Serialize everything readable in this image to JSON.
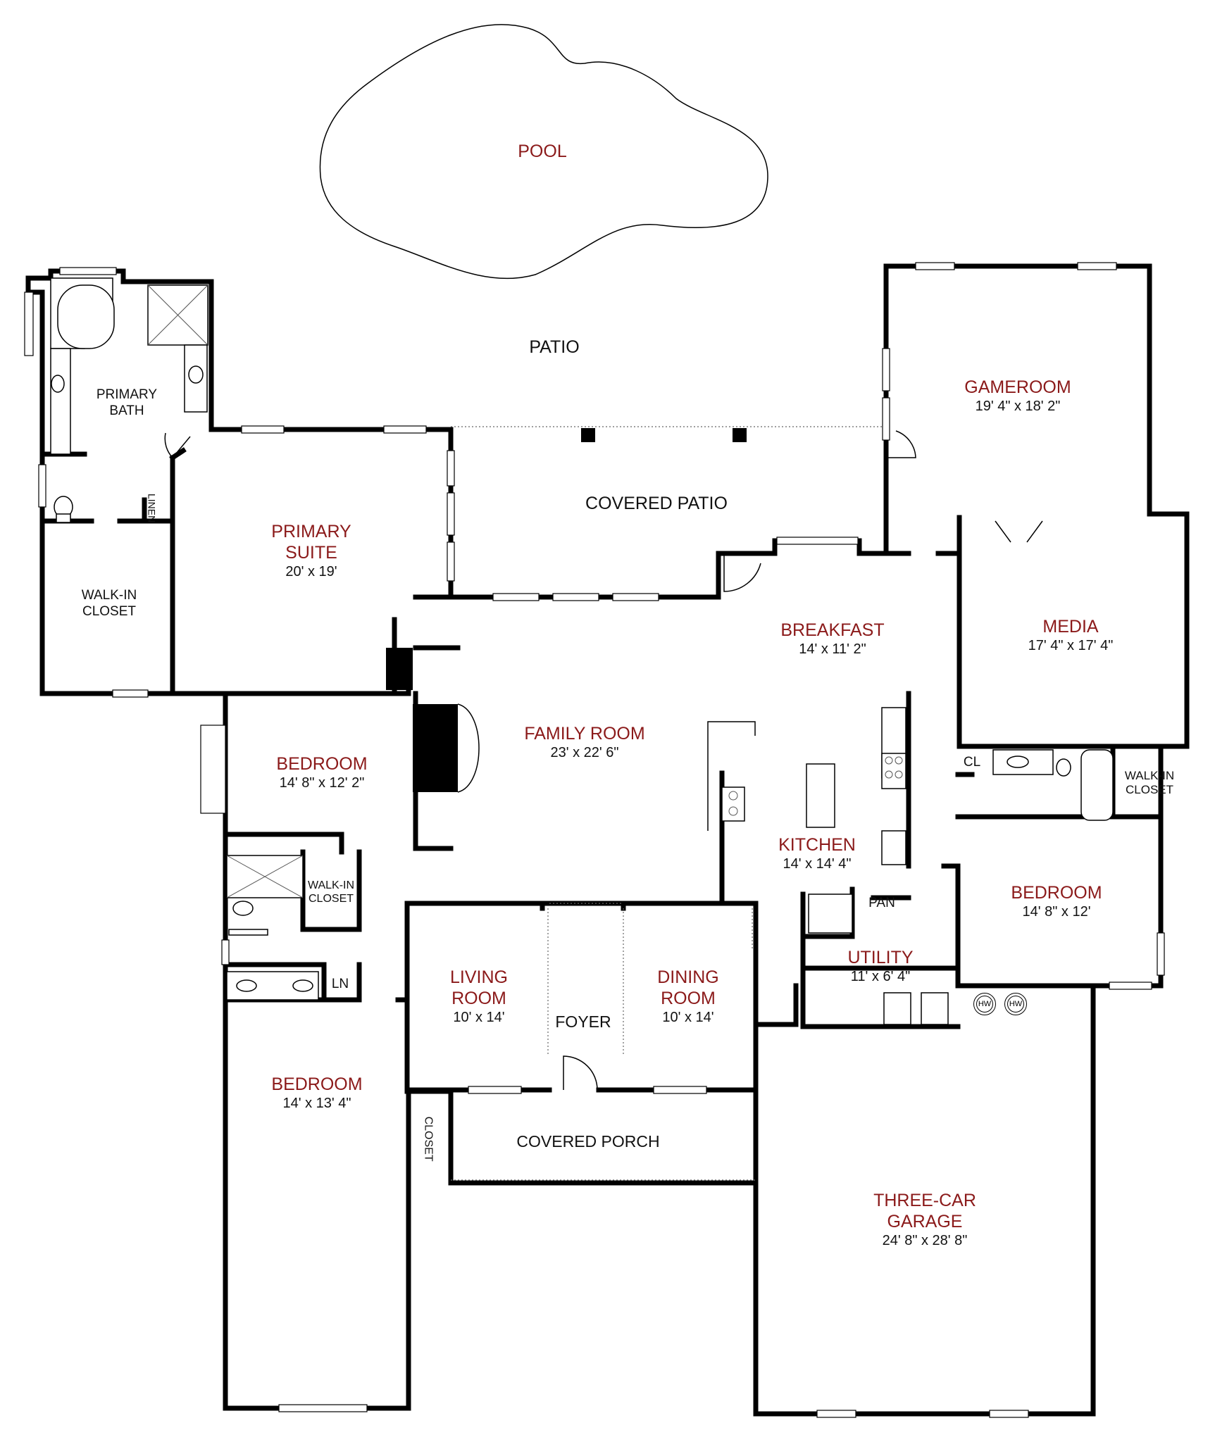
{
  "plan": {
    "pool": {
      "name": "POOL"
    },
    "patio": {
      "name": "PATIO"
    },
    "covered_patio": {
      "name": "COVERED PATIO"
    },
    "gameroom": {
      "name": "GAMEROOM",
      "dim": "19' 4\" x 18' 2\""
    },
    "primary_bath": {
      "name_line1": "PRIMARY",
      "name_line2": "BATH"
    },
    "linen_primary": {
      "name": "LINEN"
    },
    "walkin_primary": {
      "name_line1": "WALK-IN",
      "name_line2": "CLOSET"
    },
    "primary_suite": {
      "name_line1": "PRIMARY",
      "name_line2": "SUITE",
      "dim": "20' x 19'"
    },
    "breakfast": {
      "name": "BREAKFAST",
      "dim": "14' x 11' 2\""
    },
    "media": {
      "name": "MEDIA",
      "dim": "17' 4\" x 17' 4\""
    },
    "family_room": {
      "name": "FAMILY ROOM",
      "dim": "23' x 22' 6\""
    },
    "bedroom_nw": {
      "name": "BEDROOM",
      "dim": "14' 8\" x 12' 2\""
    },
    "cl": {
      "name": "CL"
    },
    "walkin_east": {
      "name_line1": "WALK-IN",
      "name_line2": "CLOSET"
    },
    "kitchen": {
      "name": "KITCHEN",
      "dim": "14' x 14' 4\""
    },
    "bedroom_east": {
      "name": "BEDROOM",
      "dim": "14' 8\" x 12'"
    },
    "walkin_west": {
      "name_line1": "WALK-IN",
      "name_line2": "CLOSET"
    },
    "pan": {
      "name": "PAN"
    },
    "utility": {
      "name": "UTILITY",
      "dim": "11' x 6' 4\""
    },
    "ln": {
      "name": "LN"
    },
    "living_room": {
      "name_line1": "LIVING",
      "name_line2": "ROOM",
      "dim": "10' x 14'"
    },
    "foyer": {
      "name": "FOYER"
    },
    "dining_room": {
      "name_line1": "DINING",
      "name_line2": "ROOM",
      "dim": "10' x 14'"
    },
    "hw1": {
      "name": "HW"
    },
    "hw2": {
      "name": "HW"
    },
    "bedroom_sw": {
      "name": "BEDROOM",
      "dim": "14' x 13' 4\""
    },
    "closet_sw": {
      "name": "CLOSET"
    },
    "covered_porch": {
      "name": "COVERED PORCH"
    },
    "garage": {
      "name_line1": "THREE-CAR",
      "name_line2": "GARAGE",
      "dim": "24' 8\" x 28' 8\""
    }
  }
}
